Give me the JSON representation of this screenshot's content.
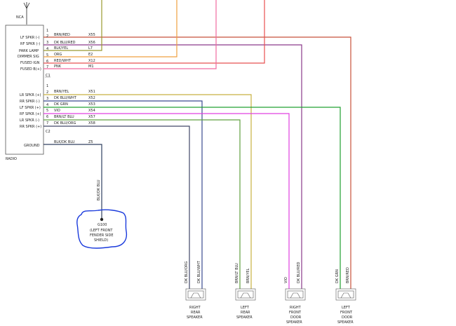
{
  "antenna": {
    "label": "NCA"
  },
  "radio": {
    "label": "RADIO",
    "connector1": "C1",
    "connector2": "C2",
    "c1_pins": [
      {
        "pin": "1",
        "name": "",
        "wire": "",
        "circuit": ""
      },
      {
        "pin": "2",
        "name": "LF SPKR (-)",
        "wire": "BRN/RED",
        "circuit": "X55"
      },
      {
        "pin": "3",
        "name": "RF SPKR (-)",
        "wire": "DK BLU/RED",
        "circuit": "X56"
      },
      {
        "pin": "4",
        "name": "PARK LAMP",
        "wire": "BLK/YEL",
        "circuit": "L7"
      },
      {
        "pin": "5",
        "name": "DIMMER SIG",
        "wire": "ORG",
        "circuit": "E2"
      },
      {
        "pin": "6",
        "name": "FUSED IGN",
        "wire": "RED/WHT",
        "circuit": "X12"
      },
      {
        "pin": "7",
        "name": "FUSED B(+)",
        "wire": "PNK",
        "circuit": "M1"
      }
    ],
    "c2_pins": [
      {
        "pin": "1",
        "name": "",
        "wire": "",
        "circuit": ""
      },
      {
        "pin": "2",
        "name": "LR SPKR (+)",
        "wire": "BRN/YEL",
        "circuit": "X51"
      },
      {
        "pin": "3",
        "name": "RR SPKR (-)",
        "wire": "DK BLU/WHT",
        "circuit": "X52"
      },
      {
        "pin": "4",
        "name": "LF SPKR (+)",
        "wire": "DK GRN",
        "circuit": "X53"
      },
      {
        "pin": "5",
        "name": "RF SPKR (+)",
        "wire": "VIO",
        "circuit": "X54"
      },
      {
        "pin": "6",
        "name": "LR SPKR (-)",
        "wire": "BRN/LT BLU",
        "circuit": "X57"
      },
      {
        "pin": "7",
        "name": "RR SPKR (+)",
        "wire": "DK BLU/ORG",
        "circuit": "X58"
      }
    ],
    "ground": {
      "name": "GROUND",
      "wire": "BLK/DK BLU",
      "circuit": "Z5"
    }
  },
  "ground_point": {
    "wire_label": "BLK/DK BLU",
    "id": "G100",
    "line1": "(LEFT FRONT",
    "line2": "FENDER SIDE",
    "line3": "SHIELD)"
  },
  "speakers": [
    {
      "line1": "RIGHT",
      "line2": "REAR",
      "line3": "SPEAKER",
      "line4": "",
      "wire_a": "DK BLU/ORG",
      "wire_b": "DK BLU/WHT"
    },
    {
      "line1": "LEFT",
      "line2": "REAR",
      "line3": "SPEAKER",
      "line4": "",
      "wire_a": "BRN/LT BLU",
      "wire_b": "BRN/YEL"
    },
    {
      "line1": "RIGHT",
      "line2": "FRONT",
      "line3": "DOOR",
      "line4": "SPEAKER",
      "wire_a": "VIO",
      "wire_b": "DK BLU/RED"
    },
    {
      "line1": "LEFT",
      "line2": "FRONT",
      "line3": "DOOR",
      "line4": "SPEAKER",
      "wire_a": "DK GRN",
      "wire_b": "BRN/RED"
    }
  ],
  "colors": {
    "brn_red": "#c8503a",
    "dk_blu_red": "#8a3a8a",
    "blk_yel": "#9a9a30",
    "org": "#f0a040",
    "red_wht": "#e85050",
    "pnk": "#f06aa0",
    "brn_yel": "#c8b040",
    "dk_blu_wht": "#3a4a90",
    "dk_grn": "#20a030",
    "vio": "#e040e0",
    "brn_lt_blu": "#60a040",
    "dk_blu_org": "#404868",
    "blk_dk_blu": "#304060",
    "annotation_blue": "#1a3adc"
  }
}
